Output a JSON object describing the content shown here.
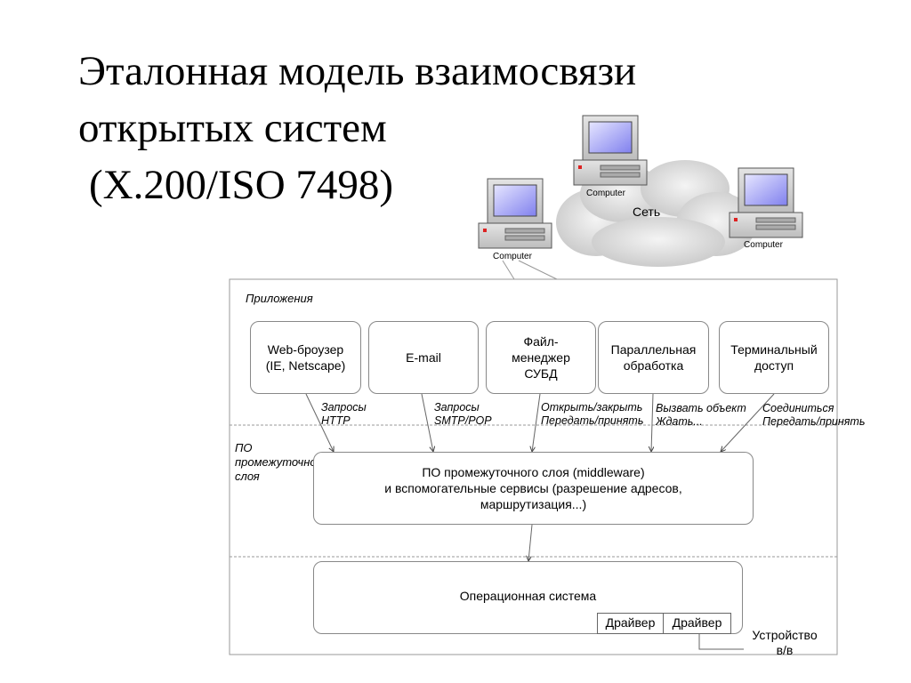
{
  "title": {
    "line1": "Эталонная модель взаимосвязи",
    "line2": "открытых систем",
    "line3": "(X.200/ISO 7498)"
  },
  "network": {
    "cloud_label": "Сеть",
    "computers": [
      "Computer",
      "Computer",
      "Computer"
    ]
  },
  "layers": {
    "apps_label": "Приложения",
    "middleware_label": "ПО промежуточного слоя",
    "middleware_label_lines": [
      "ПО",
      "промежуточного",
      "слоя"
    ]
  },
  "apps": [
    {
      "l1": "Web-броузер",
      "l2": "(IE, Netscape)",
      "l3": ""
    },
    {
      "l1": "E-mail",
      "l2": "",
      "l3": ""
    },
    {
      "l1": "Файл-",
      "l2": "менеджер",
      "l3": "СУБД"
    },
    {
      "l1": "Параллельная",
      "l2": "обработка",
      "l3": ""
    },
    {
      "l1": "Терминальный",
      "l2": "доступ",
      "l3": ""
    }
  ],
  "requests": [
    {
      "l1": "Запросы",
      "l2": "HTTP"
    },
    {
      "l1": "Запросы",
      "l2": "SMTP/POP"
    },
    {
      "l1": "Открыть/закрыть",
      "l2": "Передать/принять"
    },
    {
      "l1": "Вызвать объект",
      "l2": "Ждать..."
    },
    {
      "l1": "Соединиться",
      "l2": "Передать/принять"
    }
  ],
  "middleware": {
    "l1": "ПО промежуточного слоя (middleware)",
    "l2": "и вспомогательные сервисы (разрешение адресов,",
    "l3": "маршрутизация...)"
  },
  "os": {
    "label": "Операционная система",
    "drivers": [
      "Драйвер",
      "Драйвер"
    ]
  },
  "device": {
    "l1": "Устройство",
    "l2": "в/в"
  }
}
